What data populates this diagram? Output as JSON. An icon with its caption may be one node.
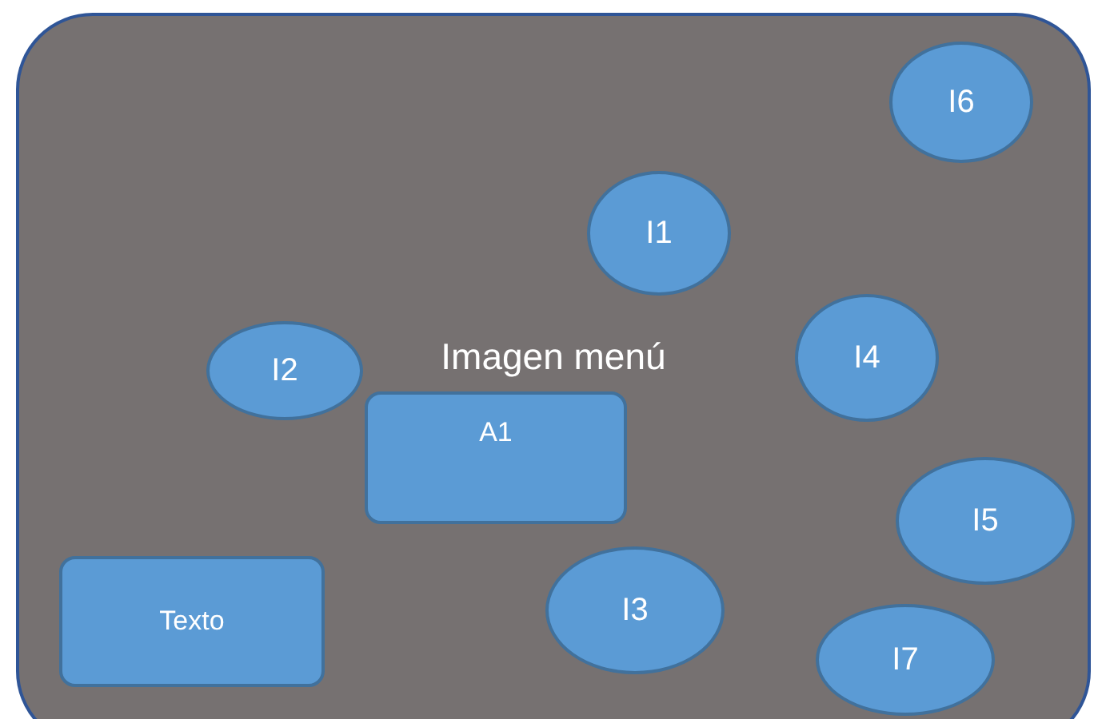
{
  "diagram": {
    "nodes": [
      {
        "text": [
          "Imagen menú"
        ]
      },
      {
        "text": [
          "I6"
        ],
        "in": 0
      },
      {
        "text": [
          "I1"
        ],
        "in": 0
      },
      {
        "text": [
          "I2"
        ],
        "in": 0
      },
      {
        "text": [
          "I4"
        ],
        "in": 0
      },
      {
        "text": [
          "A1"
        ],
        "in": 0
      },
      {
        "text": [
          "I5"
        ],
        "in": 0
      },
      {
        "text": [
          "Texto"
        ],
        "in": 0
      },
      {
        "text": [
          "I3"
        ],
        "in": 0
      },
      {
        "text": [
          "I7"
        ],
        "in": 0
      }
    ]
  }
}
